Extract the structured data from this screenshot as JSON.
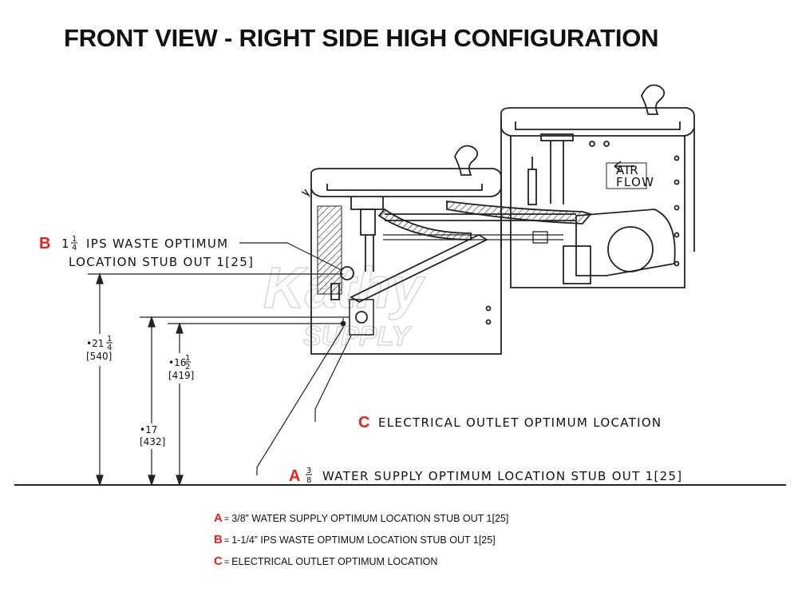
{
  "title": "FRONT VIEW - RIGHT SIDE HIGH CONFIGURATION",
  "callouts": {
    "b": {
      "letter": "B",
      "size_whole": "1",
      "size_num": "1",
      "size_den": "4",
      "line1": "IPS WASTE OPTIMUM",
      "line2": "LOCATION STUB OUT 1[25]"
    },
    "c": {
      "letter": "C",
      "text": "ELECTRICAL OUTLET OPTIMUM LOCATION"
    },
    "a": {
      "letter": "A",
      "size_num": "3",
      "size_den": "8",
      "text": "WATER SUPPLY OPTIMUM LOCATION STUB OUT 1[25]"
    }
  },
  "air_flow": {
    "line1": "AIR",
    "line2": "FLOW"
  },
  "dimensions": {
    "d1": {
      "whole": "•21",
      "num": "1",
      "den": "4",
      "metric": "[540]"
    },
    "d2": {
      "whole": "•17",
      "metric": "[432]"
    },
    "d3": {
      "whole": "•16",
      "num": "1",
      "den": "2",
      "metric": "[419]"
    }
  },
  "watermark": {
    "line1": "Kathy",
    "line2": "SUPPLY"
  },
  "legend": [
    {
      "letter": "A",
      "eq": "=",
      "text": "3/8” WATER SUPPLY OPTIMUM LOCATION STUB OUT 1[25]"
    },
    {
      "letter": "B",
      "eq": "=",
      "text": "1-1/4” IPS WASTE OPTIMUM LOCATION STUB OUT 1[25]"
    },
    {
      "letter": "C",
      "eq": "=",
      "text": "ELECTRICAL OUTLET OPTIMUM LOCATION"
    }
  ]
}
